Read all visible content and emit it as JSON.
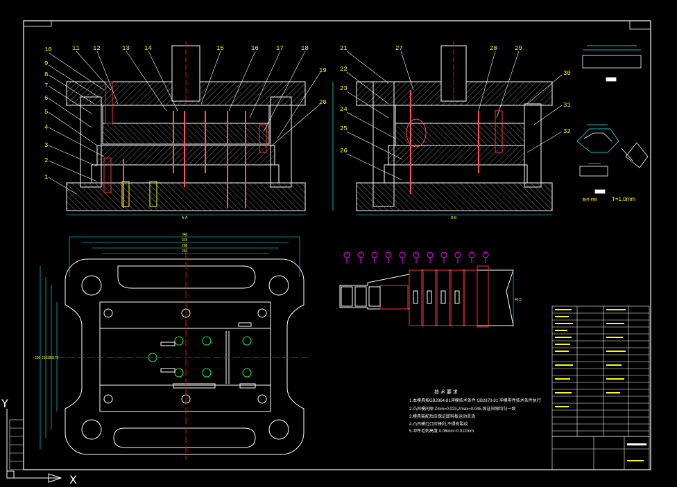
{
  "drawing": {
    "section_label_left": "A-A",
    "section_label_right": "B-B",
    "t_label": "T=1.0mm",
    "part_label": "制件 材料",
    "tech_notes_title": "技 术 要 求",
    "notes": [
      "1.本模具按GB2864-81冲模技术条件 GB2870-81 冲模零件技术条件执行",
      "2.凸凹模间隙 Zmin=0.023,Zmax=0.045,保证间隙均匀一致",
      "3.模具装配后应保证卸料板运动灵活",
      "4.凸凹模刃口应锋利,不得有裂纹",
      "5.冲件毛刺高度 0.06mm~0.012mm."
    ],
    "callouts_left": [
      "1",
      "2",
      "3",
      "4",
      "5",
      "6",
      "7",
      "8",
      "9",
      "10",
      "11",
      "12",
      "13",
      "14",
      "15",
      "16",
      "17",
      "18",
      "19",
      "20"
    ],
    "callouts_right": [
      "21",
      "22",
      "23",
      "24",
      "25",
      "26",
      "27",
      "28",
      "29",
      "30",
      "31",
      "32"
    ],
    "axis_x": "X",
    "axis_y": "Y",
    "strip_dim": "46.5",
    "dims_top": [
      "340",
      "315",
      "280",
      "250"
    ],
    "dims_side": [
      "230",
      "210",
      "190",
      "170"
    ],
    "colors": {
      "background": "#000000",
      "outline": "#ffffff",
      "centerline": "#ff0000",
      "dimension": "#00ffff",
      "text": "#ffff00",
      "hatch": "#ffffff",
      "pilot": "#ff00ff"
    }
  }
}
